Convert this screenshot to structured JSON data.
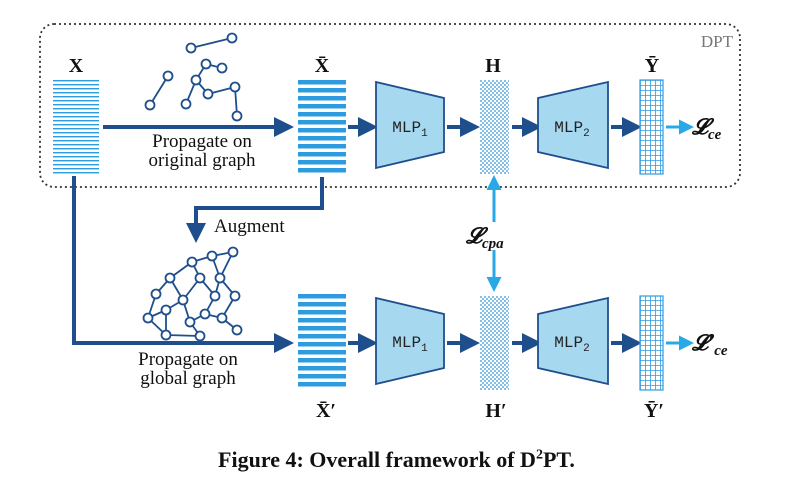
{
  "dpt_label": "DPT",
  "features": {
    "x": "X",
    "x_bar": "X̄",
    "x_bar_prime": "X̄′",
    "h": "H",
    "h_prime": "H′",
    "y_bar": "Ȳ",
    "y_bar_prime": "Ȳ′"
  },
  "mlp": {
    "mlp1": "MLP",
    "mlp1_sub": "1",
    "mlp2": "MLP",
    "mlp2_sub": "2"
  },
  "arrows": {
    "propagate_original_1": "Propagate on",
    "propagate_original_2": "original graph",
    "augment": "Augment",
    "propagate_global_1": "Propagate on",
    "propagate_global_2": "global graph"
  },
  "losses": {
    "ce": "𝓛",
    "ce_sub": "ce",
    "ce_prime": "𝓛′",
    "ce_prime_sub": "ce",
    "cpa": "𝓛",
    "cpa_sub": "cpa"
  },
  "caption": {
    "text_before": "Figure 4: Overall framework of D",
    "sup": "2",
    "text_after": "PT."
  },
  "colors": {
    "dark_blue": "#1f4e8c",
    "light_blue": "#29a8e8",
    "stripe_blue": "#2e9be0",
    "mlp_fill": "#a6d8f0"
  }
}
